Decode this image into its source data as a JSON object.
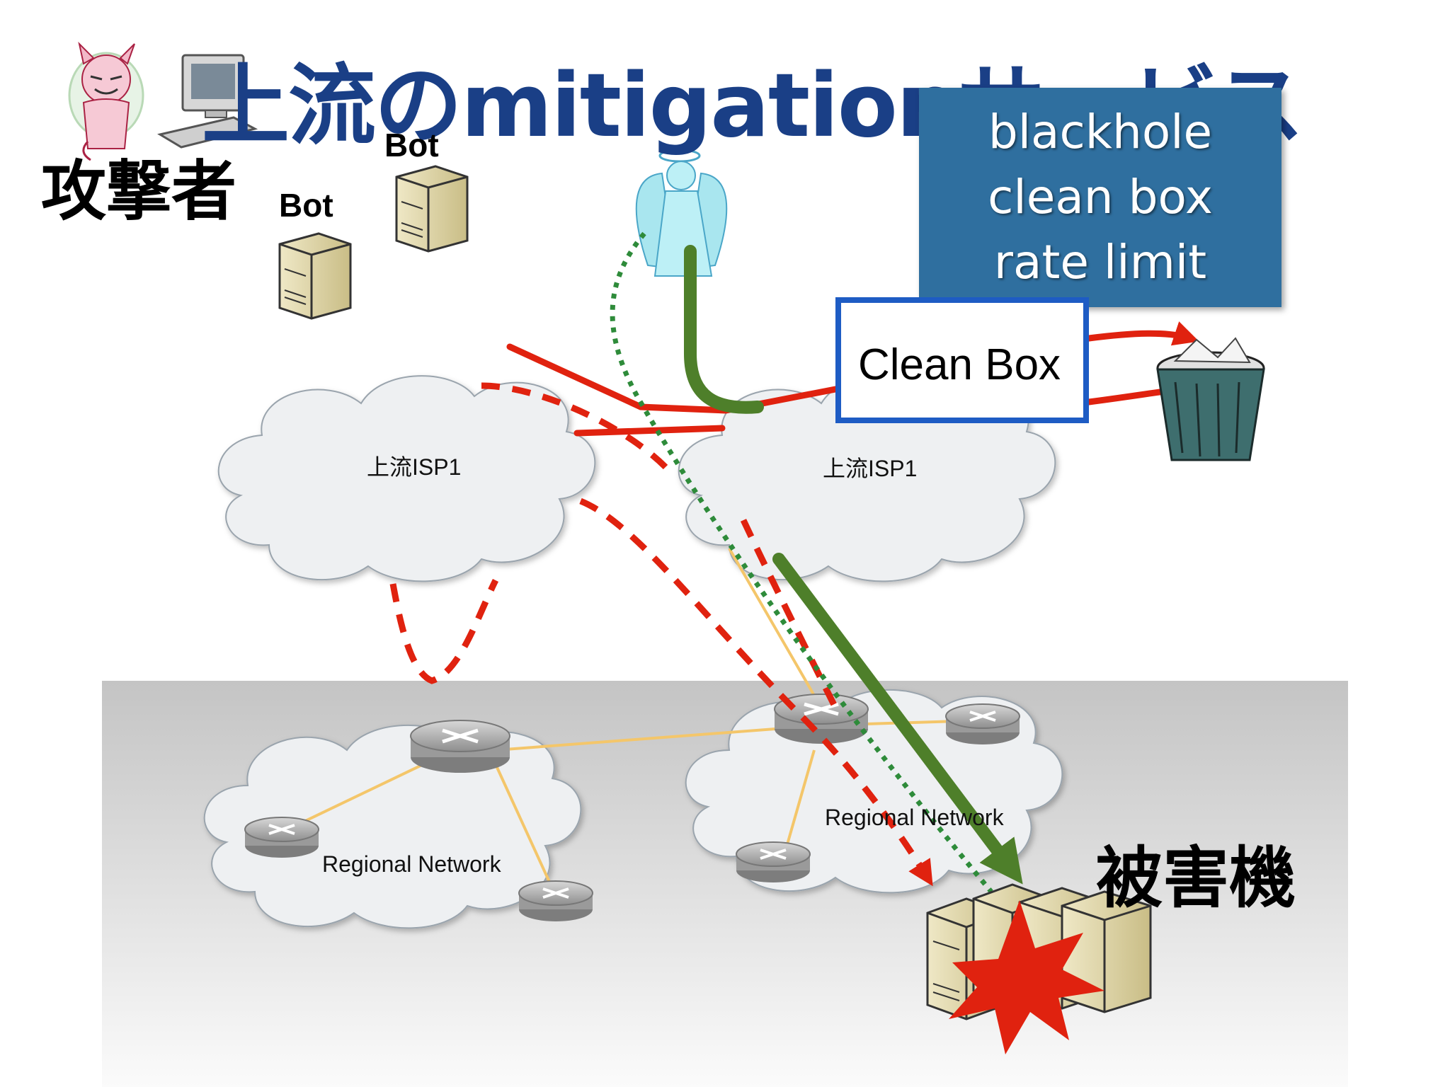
{
  "slide": {
    "title": "上流のmitigationサービス",
    "attacker_label": "攻撃者",
    "bot_labels": [
      "Bot",
      "Bot"
    ],
    "victim_label": "被害機",
    "mitigation_options": [
      "blackhole",
      "clean box",
      "rate limit"
    ],
    "clean_box_label": "Clean Box",
    "clouds": [
      {
        "id": "upstream-isp-left",
        "label": "上流ISP1"
      },
      {
        "id": "upstream-isp-right",
        "label": "上流ISP1"
      },
      {
        "id": "regional-left",
        "label": "Regional Network"
      },
      {
        "id": "regional-right",
        "label": "Regional Network"
      }
    ]
  },
  "colors": {
    "title": "#1a3f86",
    "attack_traffic": "#e0220f",
    "legit_traffic": "#4e7f2a",
    "legit_dotted": "#2e8b3a",
    "link": "#f4c66a",
    "clean_box_border": "#1e5cc4",
    "options_box": "#2f6f9f",
    "cloud_fill": "#eef0f2",
    "region_band": "#c9c9c9"
  }
}
